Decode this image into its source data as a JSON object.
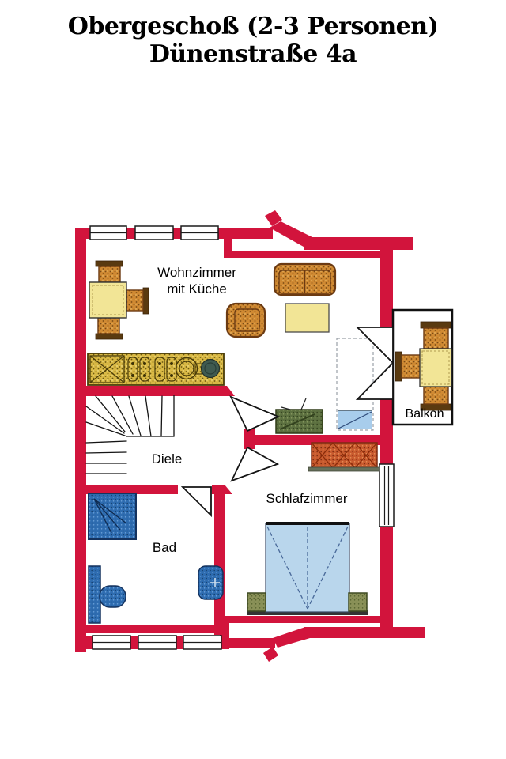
{
  "title": {
    "line1": "Obergeschoß (2-3 Personen)",
    "line2": "Dünenstraße 4a"
  },
  "labels": {
    "living_1": "Wohnzimmer",
    "living_2": "mit Küche",
    "hall": "Diele",
    "bath": "Bad",
    "bedroom": "Schlafzimmer",
    "balcony": "Balkon"
  },
  "colors": {
    "wall_red": "#d2143c",
    "furniture_yellow": "#f2e596",
    "upholstery_orange": "#d08a33",
    "wood_dark": "#5a3a10",
    "fixture_blue": "#2e6cb0",
    "bed_blue": "#b9d6ec",
    "cabinet_green": "#5c7040",
    "nightstand_olive": "#8a9158",
    "wardrobe_rust": "#c85a2e",
    "text_black": "#000000"
  },
  "furniture_icons": [
    "dining-table-icon",
    "dining-chair-icon",
    "kitchenette-icon",
    "sofa-icon",
    "armchair-icon",
    "coffee-table-icon",
    "tv-icon",
    "stairs-icon",
    "wardrobe-icon",
    "double-bed-icon",
    "nightstand-icon",
    "shower-icon",
    "toilet-icon",
    "washbasin-icon",
    "balcony-table-icon",
    "balcony-chair-icon",
    "door-swing-icon",
    "window-icon"
  ]
}
